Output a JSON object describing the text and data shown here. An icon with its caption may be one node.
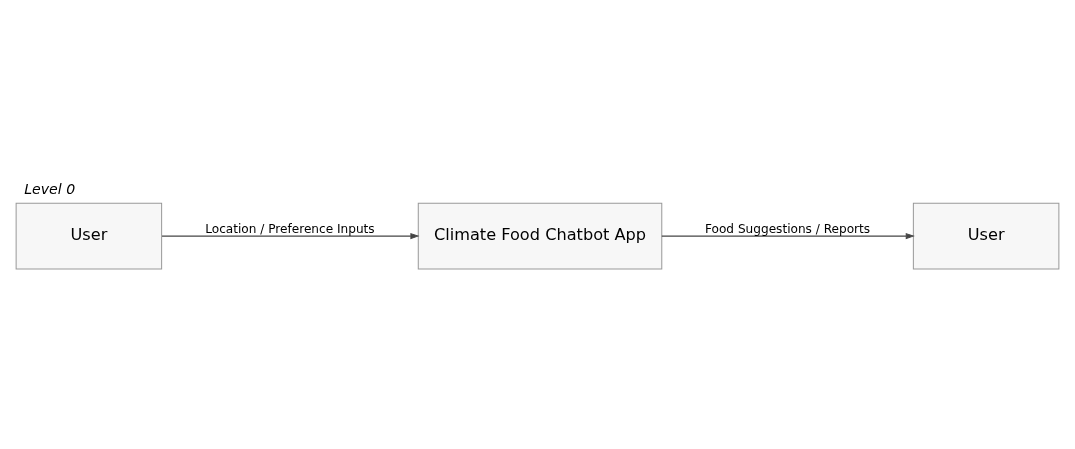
{
  "diagram": {
    "title": "Level 0",
    "nodes": [
      {
        "text": [
          "User"
        ]
      },
      {
        "text": [
          "Climate Food Chatbot App"
        ]
      },
      {
        "text": [
          "User"
        ]
      }
    ],
    "edges": [
      {
        "from": 0,
        "to": 1,
        "arrow": "to",
        "label": "Location / Preference Inputs"
      },
      {
        "from": 1,
        "to": 2,
        "arrow": "to",
        "label": "Food Suggestions / Reports"
      }
    ]
  }
}
